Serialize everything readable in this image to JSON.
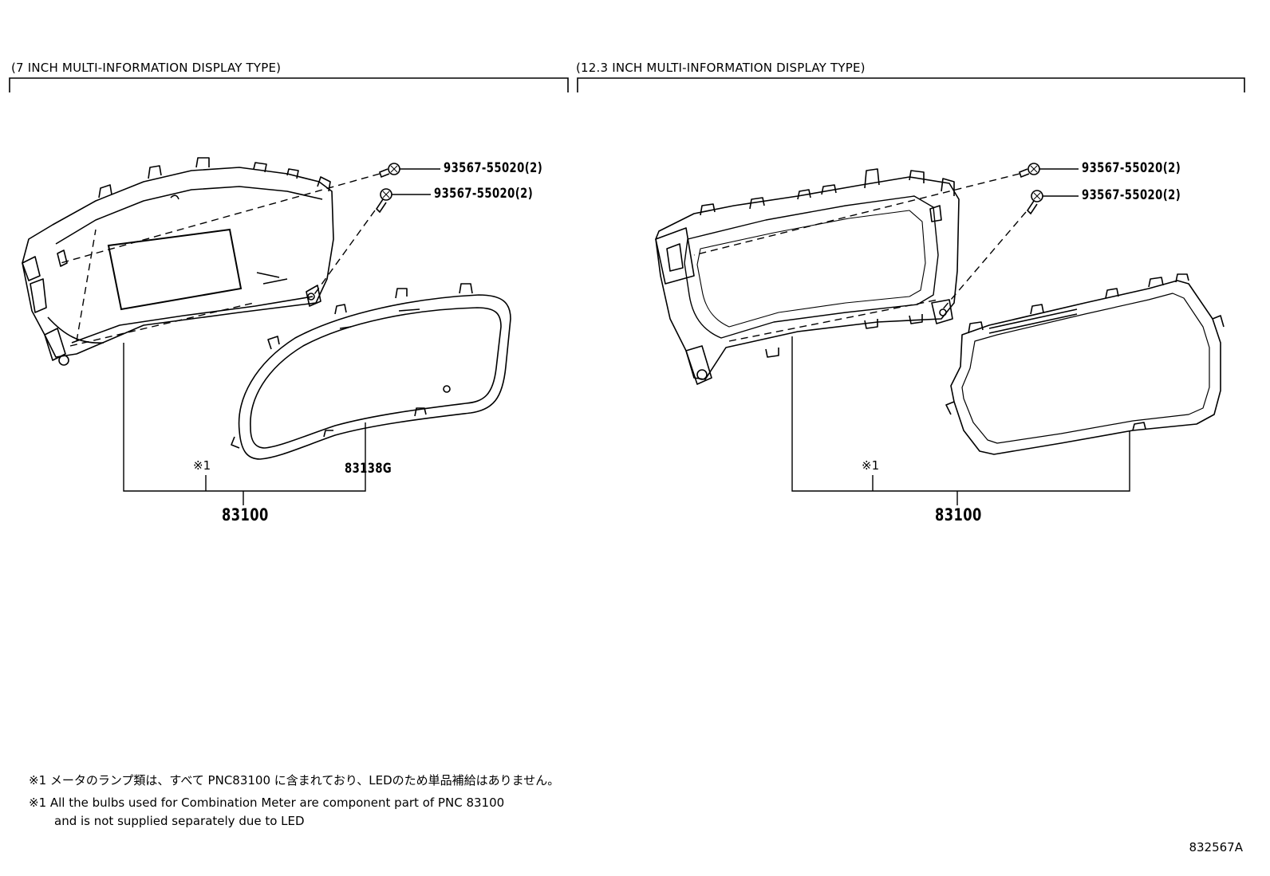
{
  "sections": [
    {
      "title": "(7 INCH MULTI-INFORMATION DISPLAY TYPE)",
      "screws": [
        {
          "label": "93567-55020(2)"
        },
        {
          "label": "93567-55020(2)"
        }
      ],
      "parts": {
        "assembly": "83100",
        "glass": "83138G",
        "note_ref": "※1"
      }
    },
    {
      "title": "(12.3 INCH MULTI-INFORMATION DISPLAY TYPE)",
      "screws": [
        {
          "label": "93567-55020(2)"
        },
        {
          "label": "93567-55020(2)"
        }
      ],
      "parts": {
        "assembly": "83100",
        "note_ref": "※1"
      }
    }
  ],
  "notes": {
    "jp": "※1 メータのランプ類は、すべて PNC83100 に含まれており、LEDのため単品補給はありません。",
    "en_line1": "※1 All the bulbs used for Combination Meter are component part of PNC 83100",
    "en_line2": "and is not supplied separately due to LED"
  },
  "figure_id": "832567A"
}
